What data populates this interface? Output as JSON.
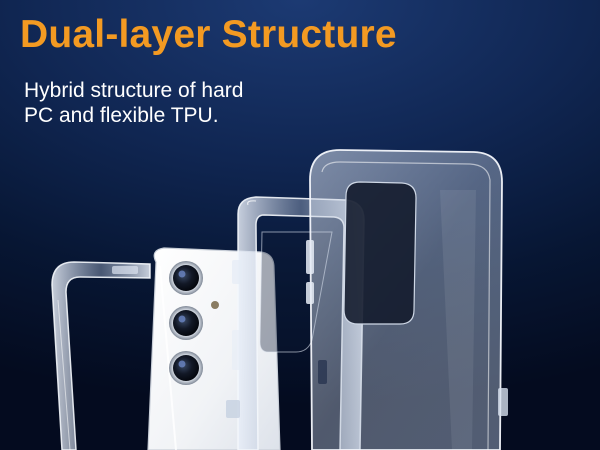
{
  "headline": "Dual-layer Structure",
  "subline": {
    "line1": "Hybrid structure of hard",
    "line2": "PC and flexible TPU."
  },
  "colors": {
    "headline": "#f39a22",
    "text": "#ffffff",
    "background_top": "#1c3a73",
    "background_bottom": "#040b1f"
  },
  "illustration": {
    "parts": [
      "tpu-bumper-frame",
      "phone-back",
      "pc-frame",
      "clear-back-shell"
    ],
    "camera_count": 3
  }
}
